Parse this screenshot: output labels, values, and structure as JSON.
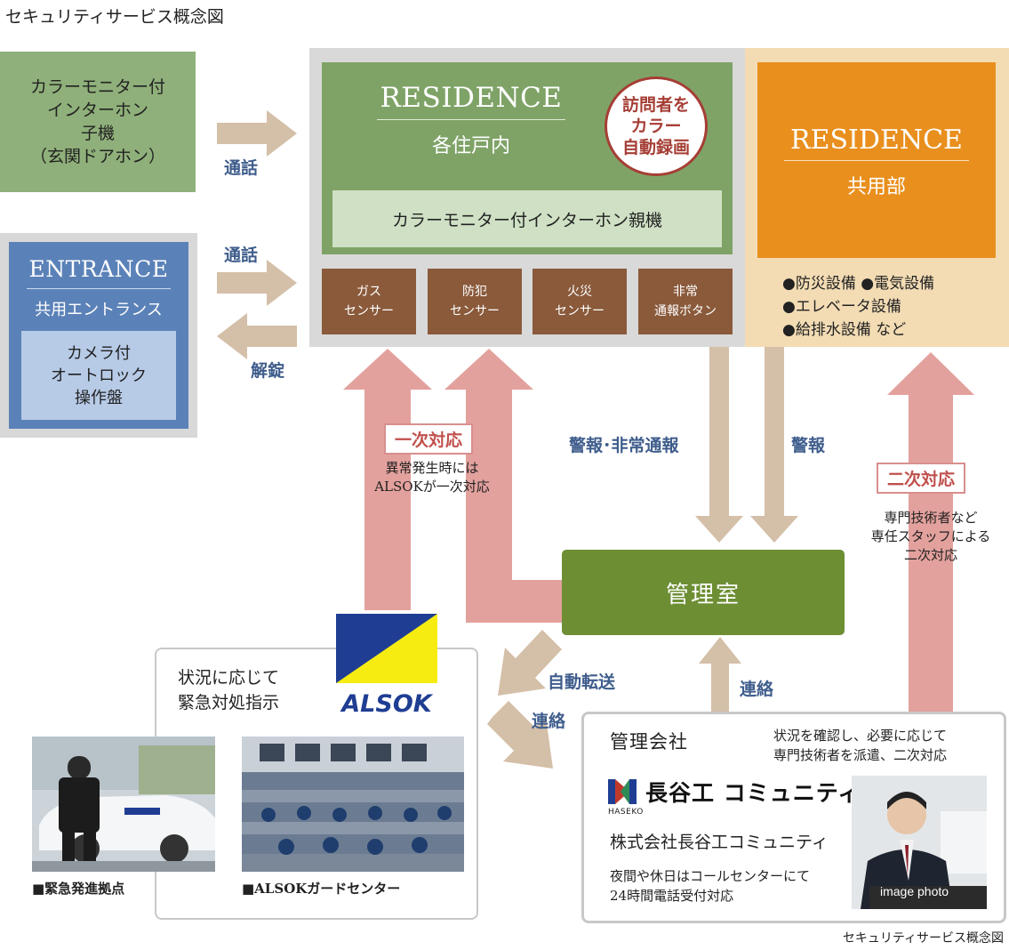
{
  "title": "セキュリティサービス概念図",
  "caption": "セキュリティサービス概念図",
  "intercom_unit": {
    "lines": [
      "カラーモニター付",
      "インターホン",
      "子機",
      "（玄関ドアホン）"
    ]
  },
  "entrance": {
    "title": "ENTRANCE",
    "subtitle": "共用エントランス",
    "panel_lines": [
      "カメラ付",
      "オートロック",
      "操作盤"
    ]
  },
  "residence_unit": {
    "title": "RESIDENCE",
    "subtitle": "各住戸内",
    "badge_lines": [
      "訪問者を",
      "カラー",
      "自動録画"
    ],
    "master_unit": "カラーモニター付インターホン親機",
    "sensors": [
      {
        "lines": [
          "ガス",
          "センサー"
        ]
      },
      {
        "lines": [
          "防犯",
          "センサー"
        ]
      },
      {
        "lines": [
          "火災",
          "センサー"
        ]
      },
      {
        "lines": [
          "非常",
          "通報ボタン"
        ]
      }
    ]
  },
  "residence_common": {
    "title": "RESIDENCE",
    "subtitle": "共用部",
    "equipment_lines": [
      "●防災設備 ●電気設備",
      "●エレベータ設備",
      "●給排水設備 など"
    ]
  },
  "labels": {
    "call_1": "通話",
    "call_2": "通話",
    "unlock": "解錠",
    "alarm_emergency": "警報･非常通報",
    "alarm": "警報",
    "auto_transfer": "自動転送",
    "contact_1": "連絡",
    "contact_2": "連絡"
  },
  "first_response": {
    "label": "一次対応",
    "note_lines": [
      "異常発生時には",
      "ALSOKが一次対応"
    ]
  },
  "second_response": {
    "label": "二次対応",
    "note_lines": [
      "専門技術者など",
      "専任スタッフによる",
      "二次対応"
    ]
  },
  "management_room": "管理室",
  "alsok": {
    "logo_text": "ALSOK",
    "instruction_lines": [
      "状況に応じて",
      "緊急対処指示"
    ],
    "photo_caption_1": "■緊急発進拠点",
    "photo_caption_2": "■ALSOKガードセンター"
  },
  "management_company": {
    "title": "管理会社",
    "note_lines": [
      "状況を確認し、必要に応じて",
      "専門技術者を派遣、二次対応"
    ],
    "brand": "長谷工 コミュニティ",
    "brand_small": "HASEKO",
    "company_name": "株式会社長谷工コミュニティ",
    "call_center_lines": [
      "夜間や休日はコールセンターにて",
      "24時間電話受付対応"
    ],
    "photo_caption": "image photo"
  },
  "colors": {
    "green_box": "#8fb07a",
    "entrance_blue": "#5b82b8",
    "residence_green": "#7fa367",
    "sensor_brown": "#8a5a3b",
    "common_orange": "#e98f1e",
    "management_green": "#6d8e33",
    "arrow_pink": "#e3a19d",
    "arrow_tan": "#d4bfa8",
    "alsok_blue": "#1f3e93",
    "alsok_yellow": "#f7ec12"
  }
}
